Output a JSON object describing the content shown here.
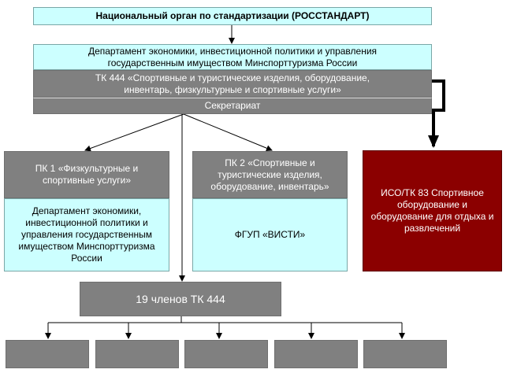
{
  "top": {
    "label": "Национальный орган по стандартизации (РОССТАНДАРТ)"
  },
  "tk444": {
    "department": "Департамент экономики, инвестиционной политики и управления государственным имуществом Минспорттуризма России",
    "committee": "ТК 444 «Спортивные и туристические изделия, оборудование, инвентарь, физкультурные и спортивные услуги»",
    "secretariat": "Секретариат"
  },
  "pk1": {
    "title": "ПК 1 «Физкультурные и спортивные услуги»",
    "org": "Департамент экономики, инвестиционной политики и управления государственным имуществом Минспорттуризма России"
  },
  "pk2": {
    "title": "ПК 2 «Спортивные и туристические изделия, оборудование, инвентарь»",
    "org": "ФГУП «ВИСТИ»"
  },
  "iso": {
    "label": "ИСО/ТК 83 Спортивное оборудование и оборудование для отдыха и развлечений"
  },
  "members": {
    "label": "19 членов ТК 444"
  },
  "colors": {
    "cyan": "#ccffff",
    "gray": "#808080",
    "dark_red": "#8b0000"
  }
}
